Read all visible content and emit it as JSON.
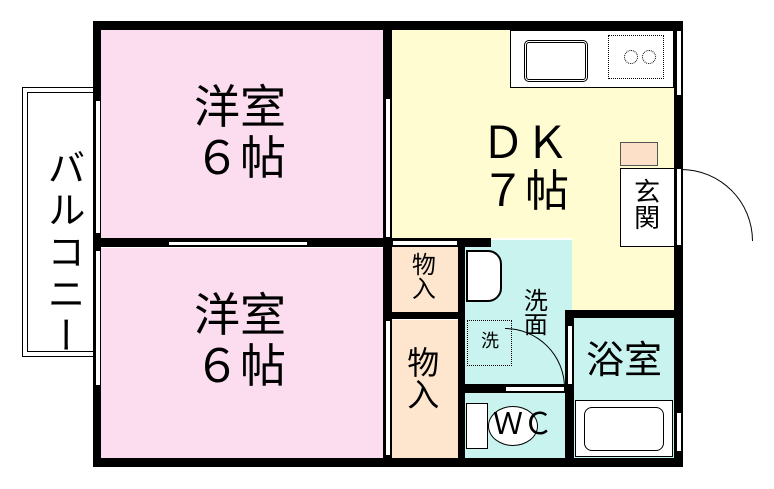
{
  "colors": {
    "western_room": "#fcdcef",
    "dk": "#fefcd0",
    "storage": "#fde6cd",
    "wet": "#c8f3ef",
    "wall": "#000000",
    "shoe_box": "#fde0c8"
  },
  "rooms": {
    "balcony": {
      "label": "バルコニー"
    },
    "western_room_top": {
      "label1": "洋室",
      "label2": "６帖"
    },
    "western_room_bottom": {
      "label1": "洋室",
      "label2": "６帖"
    },
    "dk": {
      "label1": "ＤＫ",
      "label2": "７帖"
    },
    "entrance": {
      "label": "玄関"
    },
    "storage_small": {
      "label": "物入"
    },
    "storage_large": {
      "label": "物入"
    },
    "washroom": {
      "label": "洗面"
    },
    "washer": {
      "label": "洗"
    },
    "bathroom": {
      "label": "浴室"
    },
    "wc": {
      "label": "ＷＣ"
    }
  }
}
